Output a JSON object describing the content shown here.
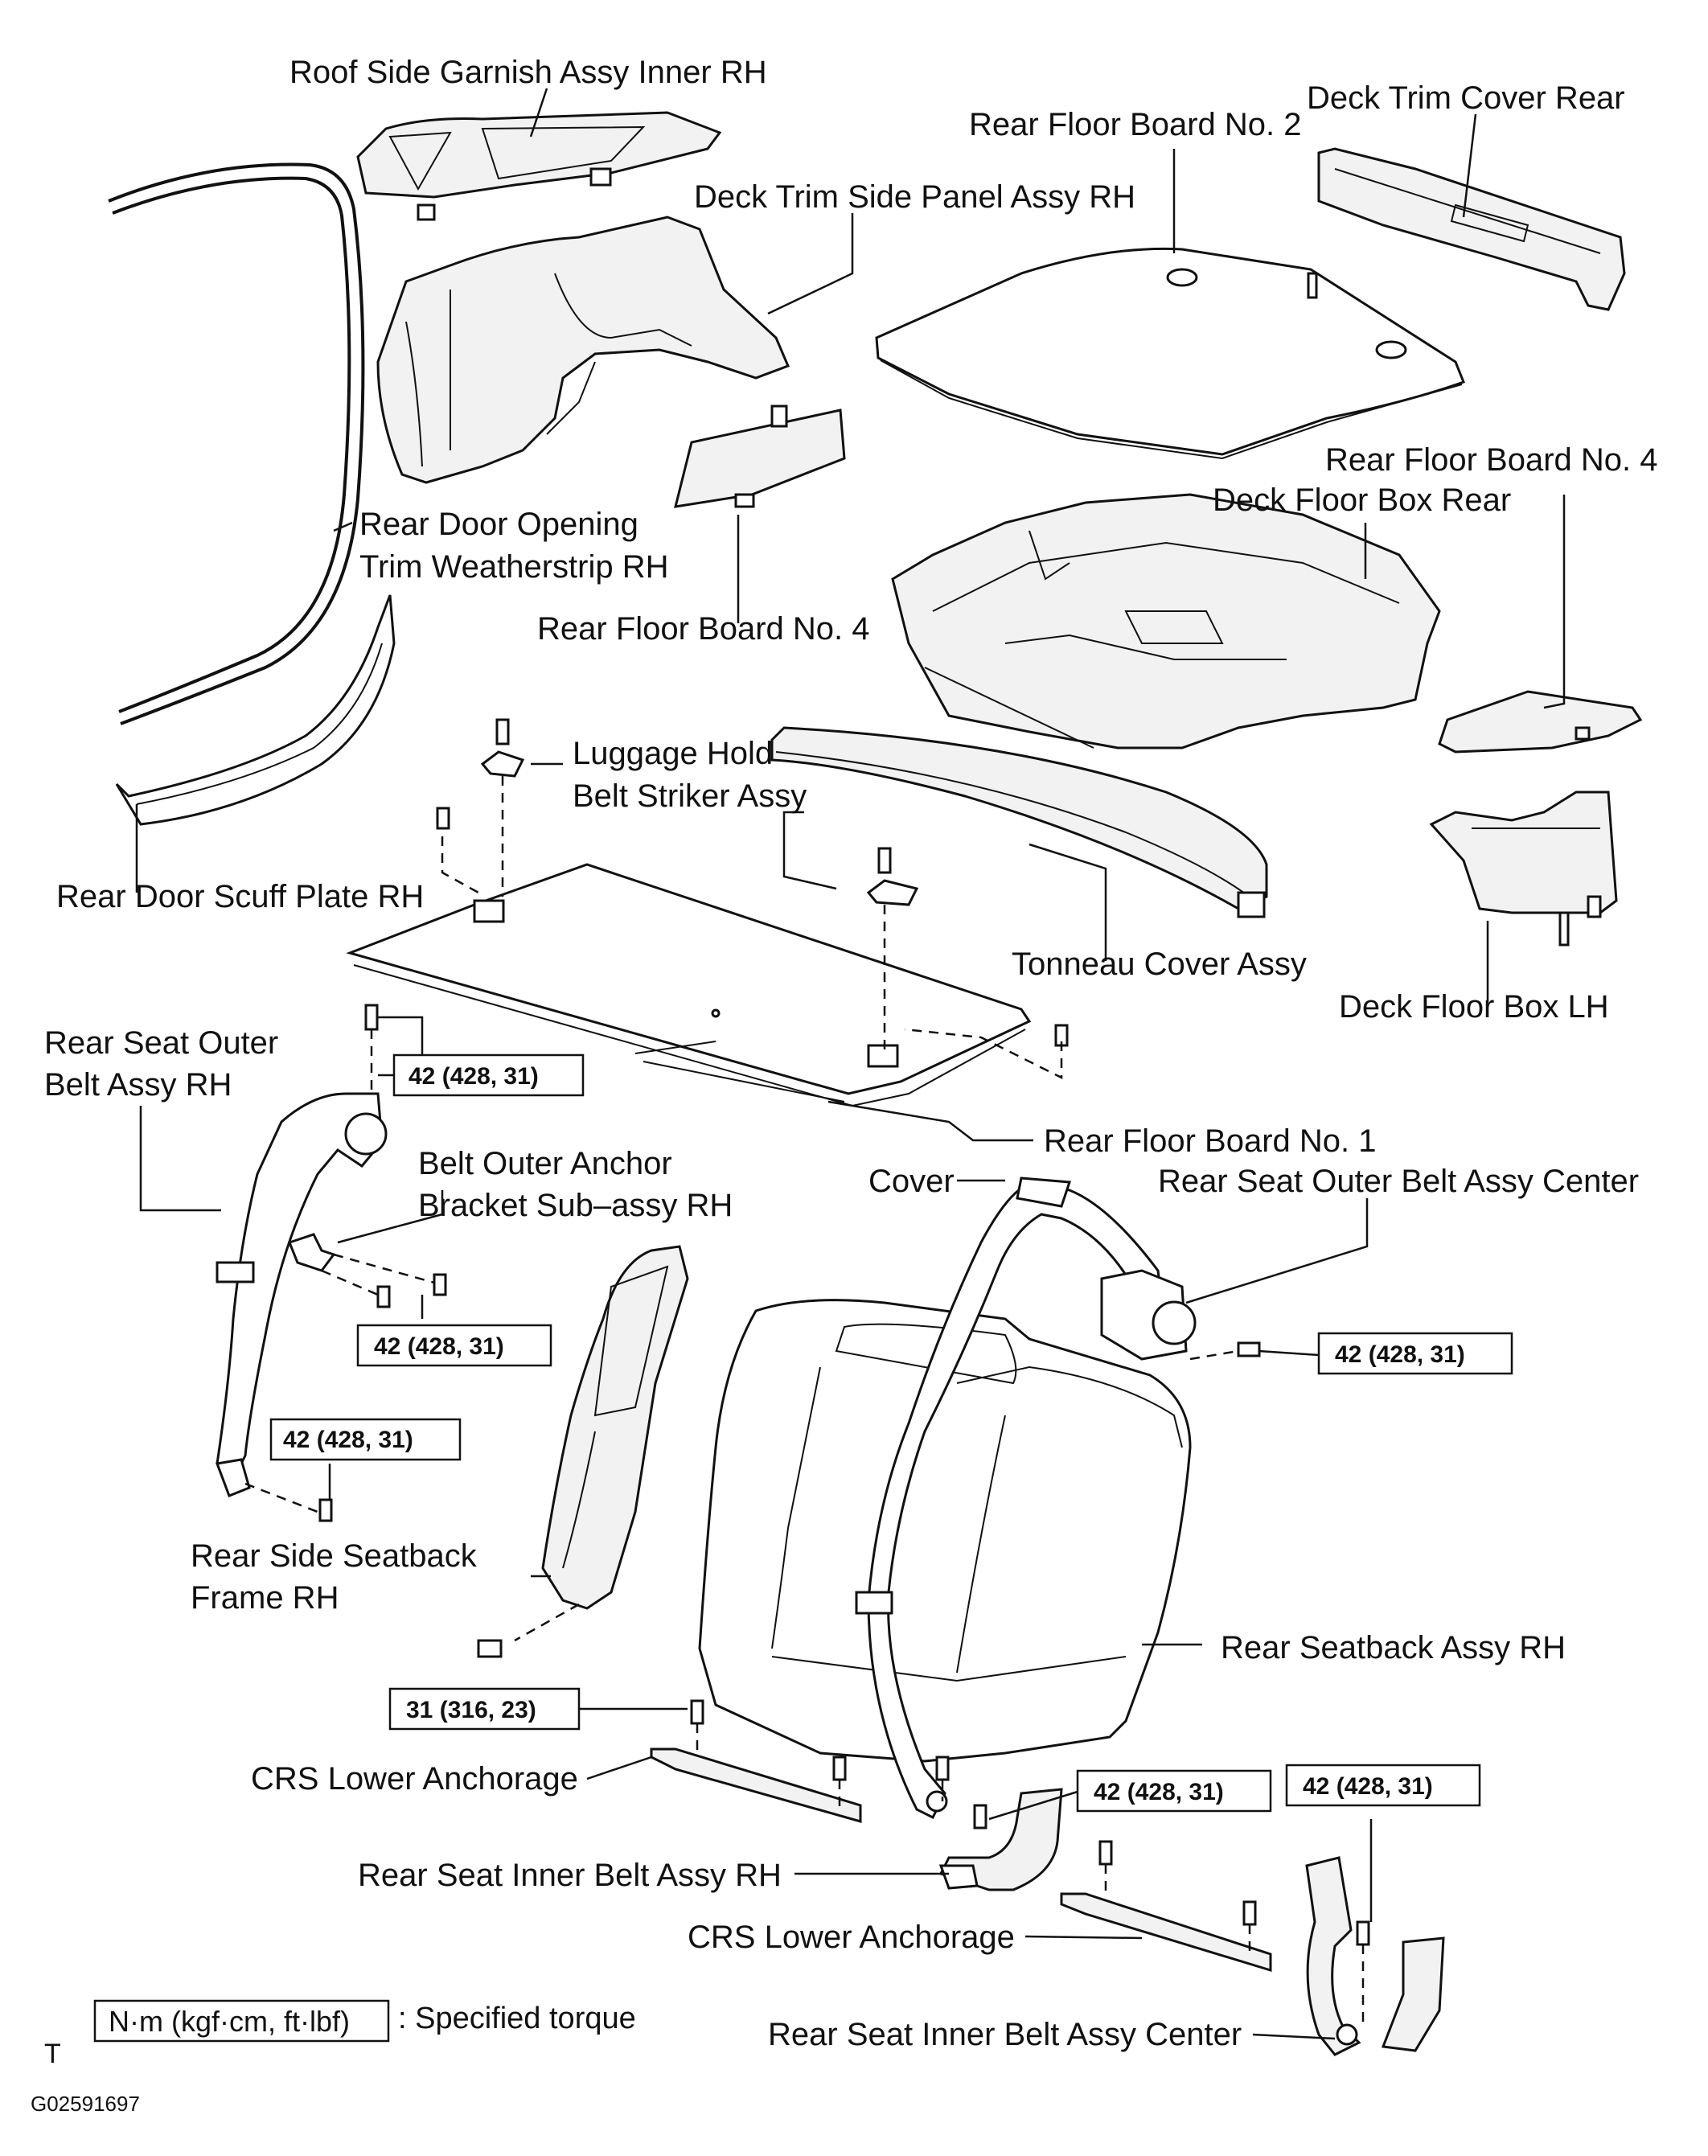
{
  "labels": {
    "roof_side_garnish": "Roof Side Garnish Assy Inner RH",
    "deck_trim_cover_rear": "Deck Trim Cover Rear",
    "rear_floor_board_2": "Rear Floor Board No. 2",
    "deck_trim_side_panel": "Deck Trim Side Panel Assy RH",
    "rear_floor_board_4_right": "Rear Floor Board No. 4",
    "deck_floor_box_rear": "Deck Floor Box Rear",
    "rear_door_opening_trim_1": "Rear Door Opening",
    "rear_door_opening_trim_2": "Trim Weatherstrip RH",
    "rear_floor_board_4_left": "Rear Floor Board No. 4",
    "luggage_hold_1": "Luggage Hold",
    "luggage_hold_2": "Belt Striker Assy",
    "rear_door_scuff_plate": "Rear Door Scuff Plate RH",
    "tonneau_cover": "Tonneau Cover Assy",
    "deck_floor_box_lh": "Deck Floor Box LH",
    "rear_seat_outer_belt_1": "Rear Seat Outer",
    "rear_seat_outer_belt_2": "Belt Assy RH",
    "rear_floor_board_1": "Rear Floor Board No. 1",
    "cover": "Cover",
    "rear_seat_outer_belt_center": "Rear Seat Outer Belt Assy Center",
    "belt_outer_anchor_1": "Belt Outer Anchor",
    "belt_outer_anchor_2": "Bracket Sub–assy RH",
    "rear_side_seatback_1": "Rear Side Seatback",
    "rear_side_seatback_2": "Frame RH",
    "rear_seatback_assy": "Rear Seatback Assy RH",
    "crs_lower_anchorage_1": "CRS Lower Anchorage",
    "rear_seat_inner_belt_rh": "Rear Seat Inner Belt Assy RH",
    "crs_lower_anchorage_2": "CRS Lower Anchorage",
    "rear_seat_inner_belt_center": "Rear Seat Inner Belt Assy Center"
  },
  "torques": {
    "t1": "42 (428, 31)",
    "t2": "42 (428, 31)",
    "t3": "42 (428, 31)",
    "t4": "42 (428, 31)",
    "t5": "31 (316, 23)",
    "t6": "42 (428, 31)",
    "t7": "42 (428, 31)"
  },
  "legend": {
    "unit_box": "N·m (kgf·cm, ft·lbf)",
    "text": ": Specified torque"
  },
  "footer": {
    "marker": "T",
    "figure_id": "G02591697"
  },
  "colors": {
    "line": "#111111",
    "background": "#ffffff",
    "shade": "#f2f2f2"
  }
}
